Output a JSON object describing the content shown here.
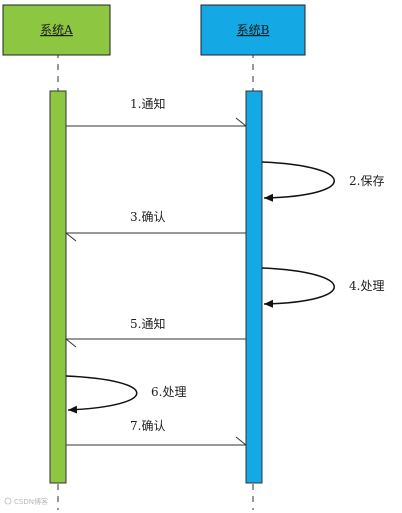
{
  "participants": [
    {
      "id": "A",
      "label": "系统A",
      "color": "#8dc641"
    },
    {
      "id": "B",
      "label": "系统B",
      "color": "#14a9e5"
    }
  ],
  "messages": [
    {
      "label": "1.通知",
      "from": "A",
      "to": "B"
    },
    {
      "label": "2.保存",
      "from": "B",
      "to": "B"
    },
    {
      "label": "3.确认",
      "from": "B",
      "to": "A"
    },
    {
      "label": "4.处理",
      "from": "B",
      "to": "B"
    },
    {
      "label": "5.通知",
      "from": "B",
      "to": "A"
    },
    {
      "label": "6.处理",
      "from": "A",
      "to": "A"
    },
    {
      "label": "7.确认",
      "from": "A",
      "to": "B"
    }
  ],
  "watermark": "CSDN博客"
}
